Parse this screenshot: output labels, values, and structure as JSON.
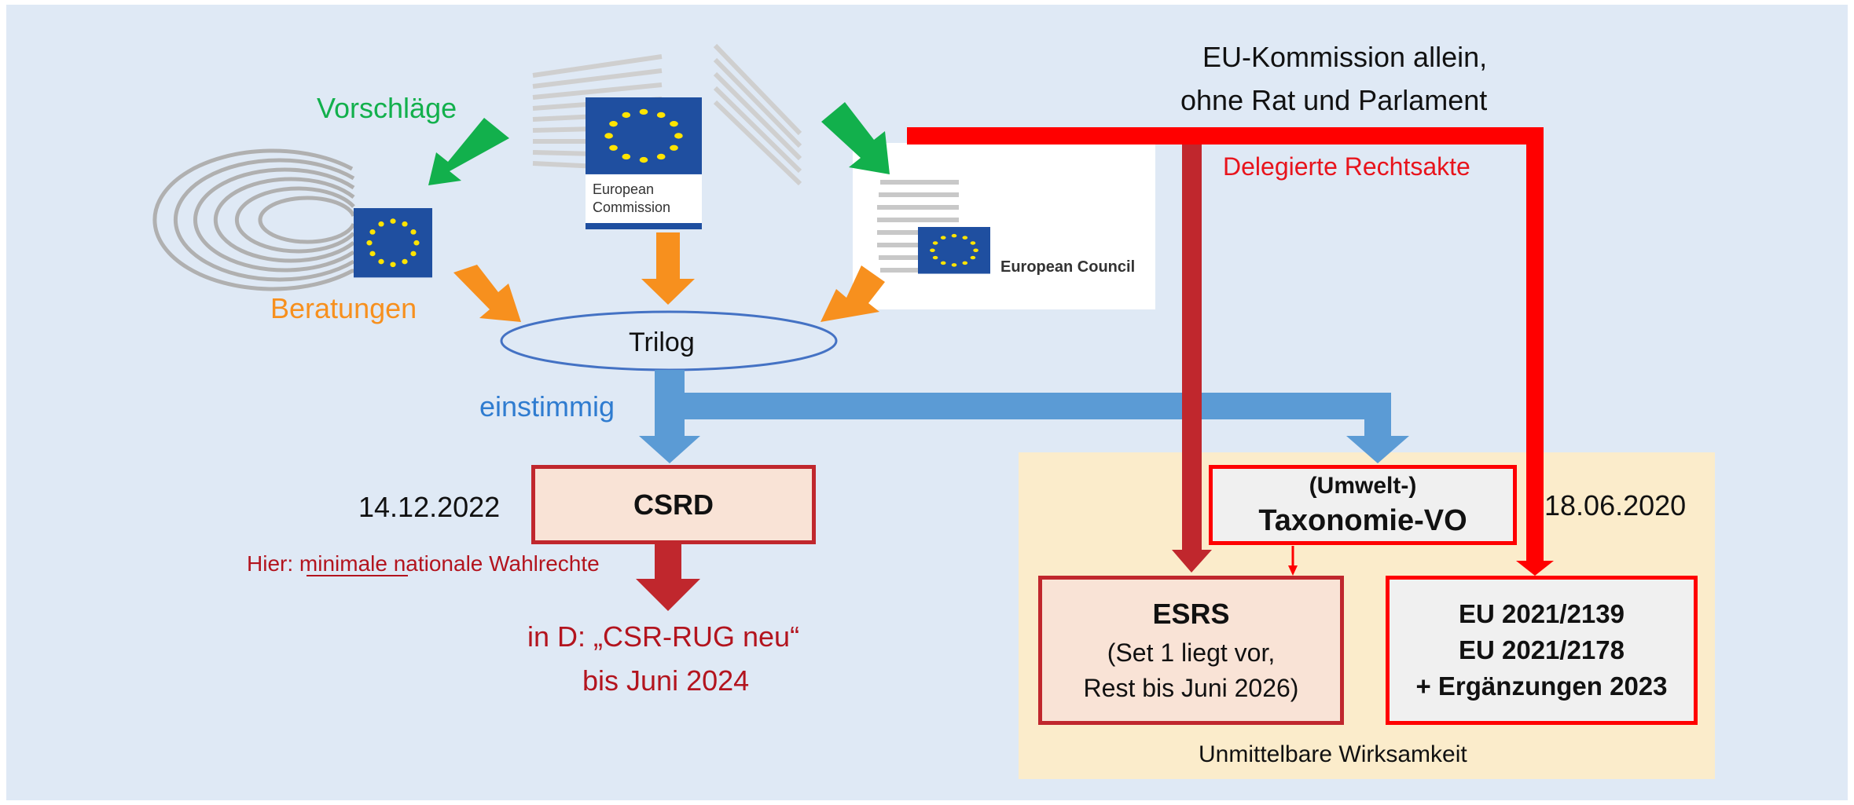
{
  "colors": {
    "background": "#dfe9f5",
    "green": "#12b04c",
    "orange": "#f7901e",
    "blue": "#5b9bd5",
    "red": "#ff0000",
    "dark_red": "#c0272d",
    "text_red": "#e8141c",
    "dark_red_text": "#b3141e",
    "box_fill": "#f9e3d6",
    "gray_fill": "#f0f0f0",
    "zone_fill": "#fbeccb",
    "eu_blue": "#1f4fa0",
    "eu_star": "#ffe400"
  },
  "labels": {
    "vorschlaege": "Vorschläge",
    "beratungen": "Beratungen",
    "trilog": "Trilog",
    "einstimmig": "einstimmig",
    "commission_alone_line1": "EU-Kommission allein,",
    "commission_alone_line2": "ohne Rat und Parlament",
    "delegated_acts": "Delegierte Rechtsakte",
    "date_csrd": "14.12.2022",
    "date_taxonomy": "18.06.2020",
    "wahlrechte_prefix": "Hier: ",
    "wahlrechte_underlined": "minimale",
    "wahlrechte_suffix": " nationale Wahlrechte",
    "csr_rug_line1": "in D: „CSR-RUG neu“",
    "csr_rug_line2": "bis Juni 2024",
    "effect_zone": "Unmittelbare Wirksamkeit"
  },
  "logos": {
    "commission_line1": "European",
    "commission_line2": "Commission",
    "council": "European Council"
  },
  "boxes": {
    "csrd": "CSRD",
    "taxonomy_line1": "(Umwelt-)",
    "taxonomy_line2": "Taxonomie-VO",
    "esrs_title": "ESRS",
    "esrs_line1": "(Set 1 liegt vor,",
    "esrs_line2": "Rest bis Juni 2026)",
    "regs_line1": "EU 2021/2139",
    "regs_line2": "EU 2021/2178",
    "regs_line3": "+ Ergänzungen 2023"
  }
}
